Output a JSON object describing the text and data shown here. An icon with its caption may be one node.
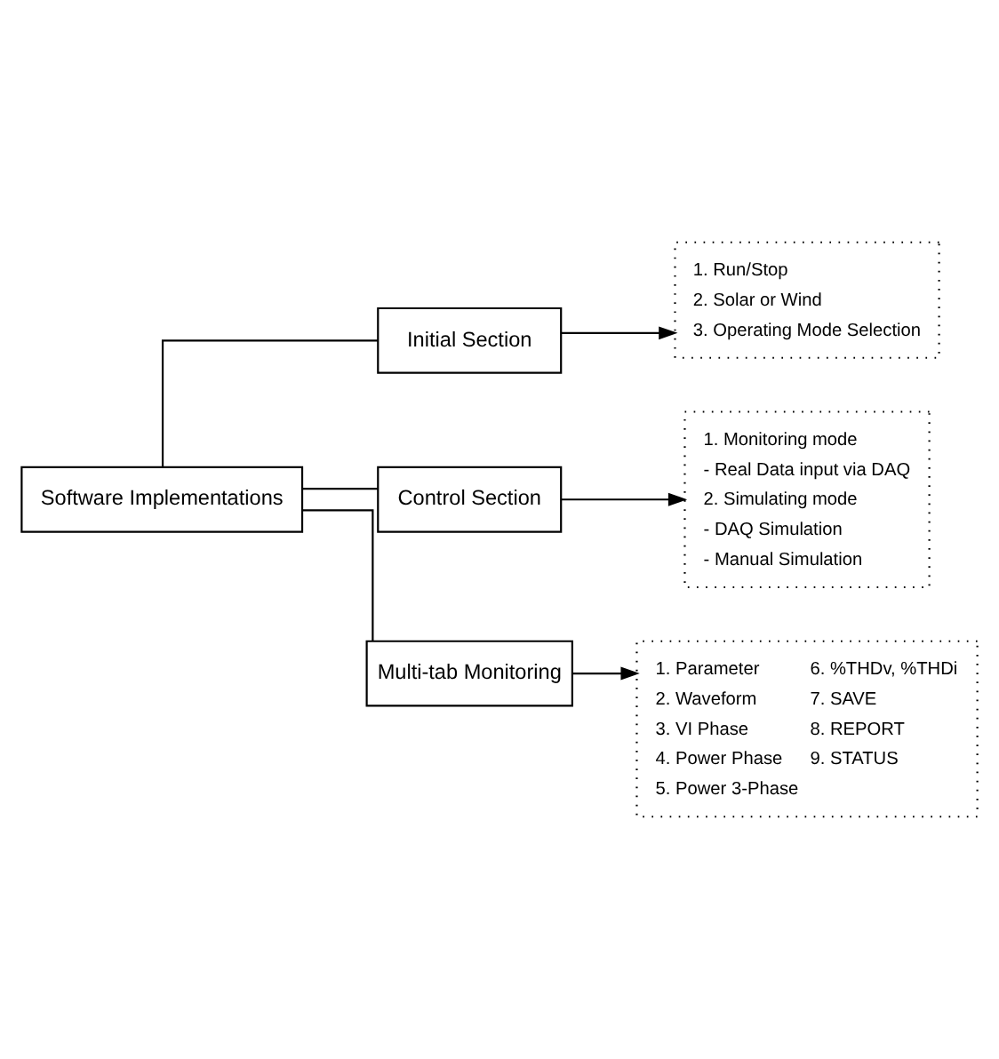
{
  "diagram": {
    "nodes": [
      {
        "text": [
          "Software Implementations"
        ]
      },
      {
        "text": [
          "Initial Section"
        ]
      },
      {
        "text": [
          "1. Run/Stop",
          "2. Solar or Wind",
          "3. Operating Mode Selection"
        ]
      },
      {
        "text": [
          "Control Section"
        ]
      },
      {
        "text": [
          "1. Monitoring mode",
          "- Real Data input via DAQ",
          "2. Simulating mode",
          "- DAQ Simulation",
          "- Manual Simulation"
        ]
      },
      {
        "text": [
          "Multi-tab Monitoring"
        ]
      },
      {
        "text": [
          "1. Parameter",
          "2. Waveform",
          "3. VI Phase",
          "4. Power Phase",
          "5. Power 3-Phase",
          "6. %THDv, %THDi",
          "7. SAVE",
          "8. REPORT",
          "9. STATUS"
        ]
      }
    ],
    "edges": [
      {
        "from": 0,
        "to": 1,
        "arrow": "none"
      },
      {
        "from": 0,
        "to": 3,
        "arrow": "none"
      },
      {
        "from": 0,
        "to": 5,
        "arrow": "none"
      },
      {
        "from": 1,
        "to": 2,
        "arrow": "to"
      },
      {
        "from": 3,
        "to": 4,
        "arrow": "to"
      },
      {
        "from": 5,
        "to": 6,
        "arrow": "to"
      }
    ]
  }
}
